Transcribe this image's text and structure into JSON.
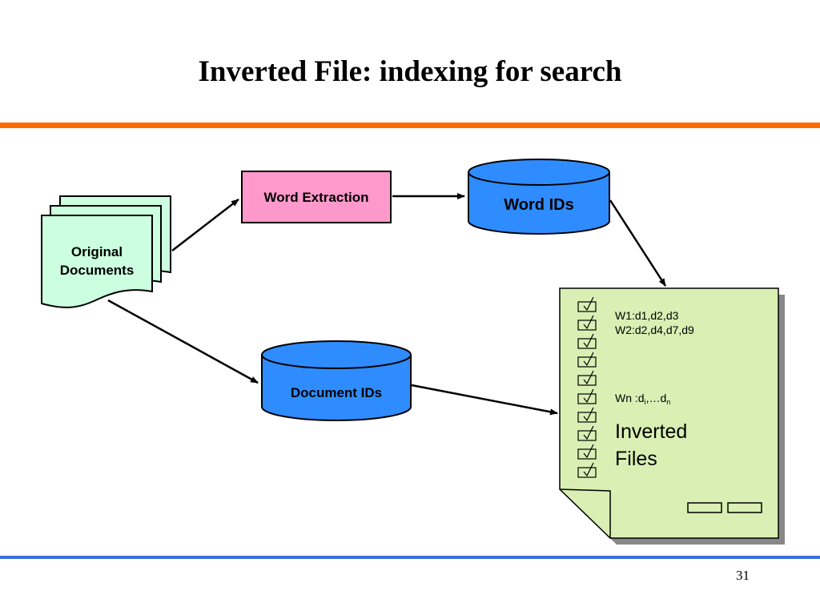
{
  "slide": {
    "title": "Inverted File: indexing for search",
    "page_number": "31"
  },
  "colors": {
    "accent_top_rule": "#ff6a00",
    "accent_bottom_rule": "#3a6fe0",
    "documents_fill": "#ccffe0",
    "word_extraction_fill": "#ff99cc",
    "database_fill": "#2f8cff",
    "inverted_file_fill": "#d9efb4"
  },
  "diagram": {
    "original_documents": {
      "line1": "Original",
      "line2": "Documents"
    },
    "word_extraction": "Word Extraction",
    "word_ids": "Word IDs",
    "document_ids": "Document IDs",
    "inverted_file": {
      "row1": "W1:d1,d2,d3",
      "row2": "W2:d2,d4,d7,d9",
      "row_n_prefix": "Wn :d",
      "row_n_sub1": "i",
      "row_n_mid": ",…d",
      "row_n_sub2": "n",
      "caption_line1": "Inverted",
      "caption_line2": "Files",
      "checkbox_icon": "checked-box-icon"
    }
  }
}
